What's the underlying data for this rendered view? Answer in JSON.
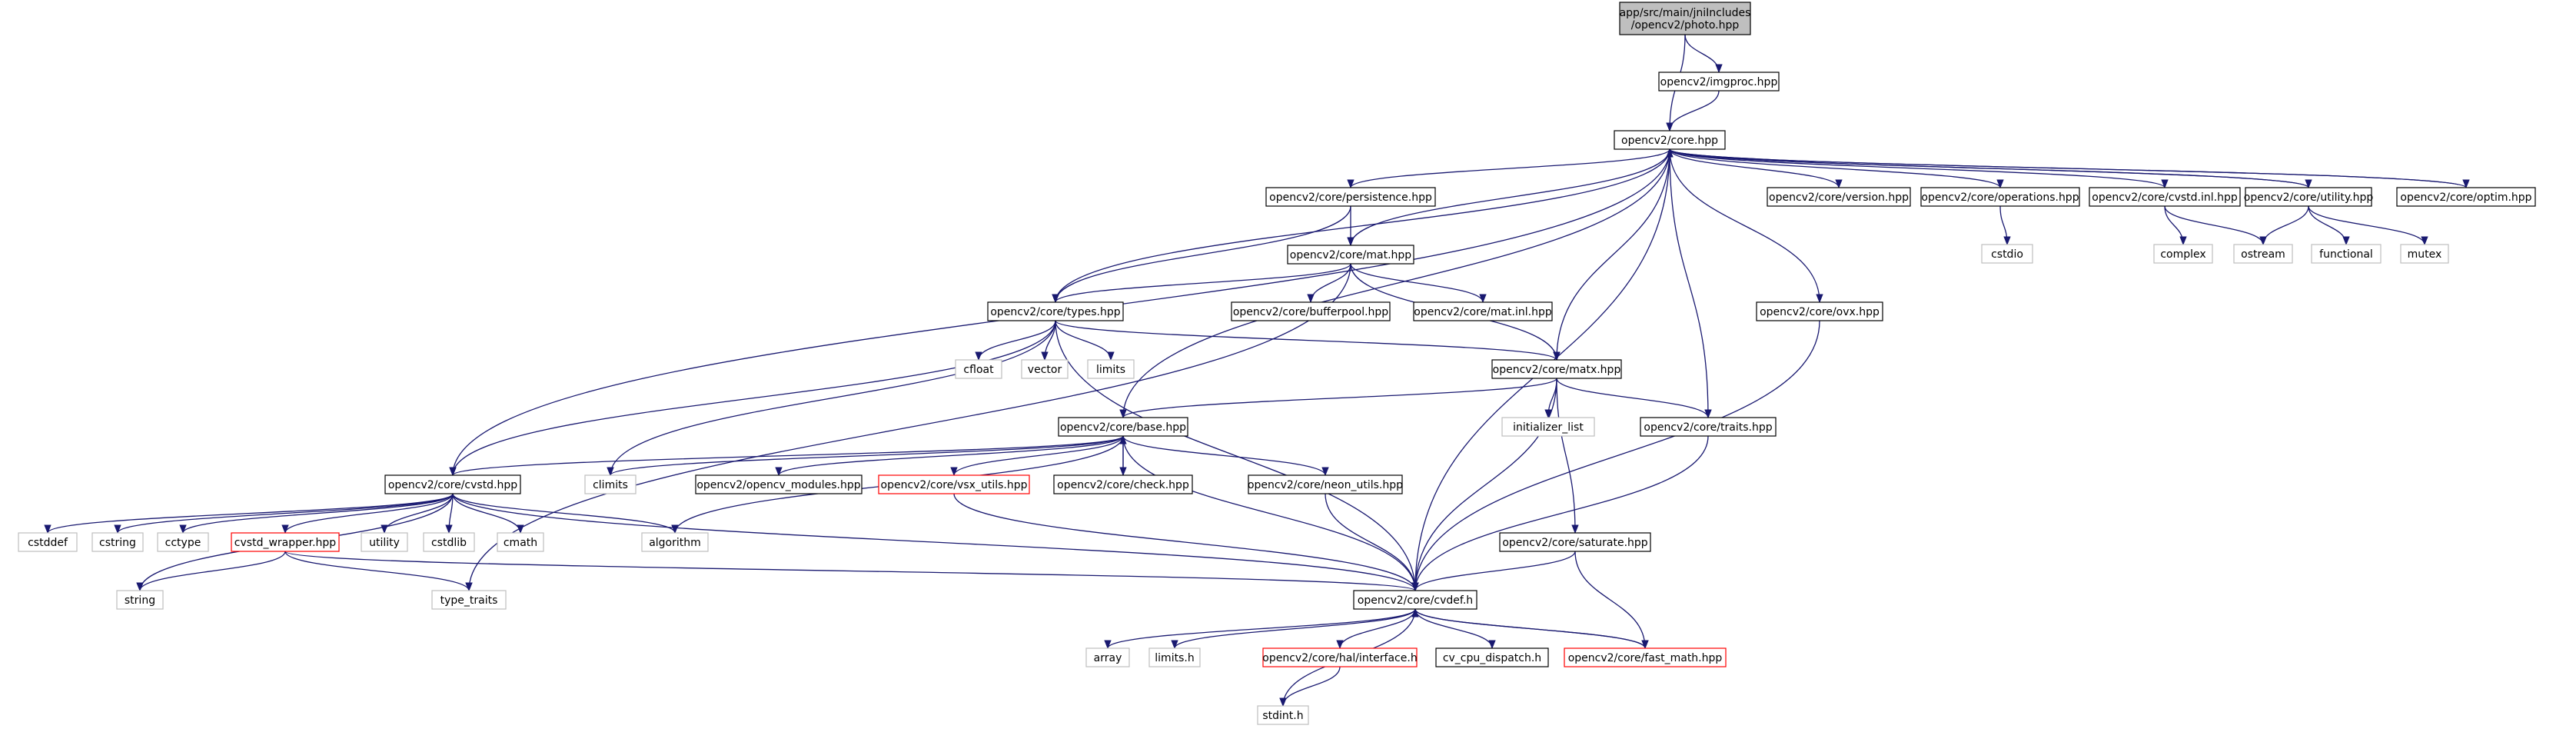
{
  "colors": {
    "edge": "#191970",
    "node_border": "#000000",
    "external_border": "#bfbfbf",
    "truncated_border": "#ff0000",
    "root_fill": "#bfbfbf",
    "text": "#000000",
    "background": "#ffffff"
  },
  "nodes": [
    {
      "id": "root",
      "lines": [
        "app/src/main/jniIncludes",
        "/opencv2/photo.hpp"
      ],
      "style": "root"
    },
    {
      "id": "imgproc",
      "lines": [
        "opencv2/imgproc.hpp"
      ],
      "style": "normal"
    },
    {
      "id": "core",
      "lines": [
        "opencv2/core.hpp"
      ],
      "style": "normal"
    },
    {
      "id": "persistence",
      "lines": [
        "opencv2/core/persistence.hpp"
      ],
      "style": "normal"
    },
    {
      "id": "version",
      "lines": [
        "opencv2/core/version.hpp"
      ],
      "style": "normal"
    },
    {
      "id": "operations",
      "lines": [
        "opencv2/core/operations.hpp"
      ],
      "style": "normal"
    },
    {
      "id": "cvstd_inl",
      "lines": [
        "opencv2/core/cvstd.inl.hpp"
      ],
      "style": "normal"
    },
    {
      "id": "utility",
      "lines": [
        "opencv2/core/utility.hpp"
      ],
      "style": "normal"
    },
    {
      "id": "optim",
      "lines": [
        "opencv2/core/optim.hpp"
      ],
      "style": "normal"
    },
    {
      "id": "cstdio",
      "lines": [
        "cstdio"
      ],
      "style": "external"
    },
    {
      "id": "complex",
      "lines": [
        "complex"
      ],
      "style": "external"
    },
    {
      "id": "ostream",
      "lines": [
        "ostream"
      ],
      "style": "external"
    },
    {
      "id": "functional",
      "lines": [
        "functional"
      ],
      "style": "external"
    },
    {
      "id": "mutex",
      "lines": [
        "mutex"
      ],
      "style": "external"
    },
    {
      "id": "mat",
      "lines": [
        "opencv2/core/mat.hpp"
      ],
      "style": "normal"
    },
    {
      "id": "types",
      "lines": [
        "opencv2/core/types.hpp"
      ],
      "style": "normal"
    },
    {
      "id": "bufferpool",
      "lines": [
        "opencv2/core/bufferpool.hpp"
      ],
      "style": "normal"
    },
    {
      "id": "mat_inl",
      "lines": [
        "opencv2/core/mat.inl.hpp"
      ],
      "style": "normal"
    },
    {
      "id": "ovx",
      "lines": [
        "opencv2/core/ovx.hpp"
      ],
      "style": "normal"
    },
    {
      "id": "cfloat",
      "lines": [
        "cfloat"
      ],
      "style": "external"
    },
    {
      "id": "vector",
      "lines": [
        "vector"
      ],
      "style": "external"
    },
    {
      "id": "limits",
      "lines": [
        "limits"
      ],
      "style": "external"
    },
    {
      "id": "matx",
      "lines": [
        "opencv2/core/matx.hpp"
      ],
      "style": "normal"
    },
    {
      "id": "base",
      "lines": [
        "opencv2/core/base.hpp"
      ],
      "style": "normal"
    },
    {
      "id": "initializer_list",
      "lines": [
        "initializer_list"
      ],
      "style": "external"
    },
    {
      "id": "traits",
      "lines": [
        "opencv2/core/traits.hpp"
      ],
      "style": "normal"
    },
    {
      "id": "cvstd",
      "lines": [
        "opencv2/core/cvstd.hpp"
      ],
      "style": "normal"
    },
    {
      "id": "climits",
      "lines": [
        "climits"
      ],
      "style": "external"
    },
    {
      "id": "opencv_modules",
      "lines": [
        "opencv2/opencv_modules.hpp"
      ],
      "style": "normal"
    },
    {
      "id": "vsx_utils",
      "lines": [
        "opencv2/core/vsx_utils.hpp"
      ],
      "style": "truncated"
    },
    {
      "id": "check",
      "lines": [
        "opencv2/core/check.hpp"
      ],
      "style": "normal"
    },
    {
      "id": "neon_utils",
      "lines": [
        "opencv2/core/neon_utils.hpp"
      ],
      "style": "normal"
    },
    {
      "id": "cstddef",
      "lines": [
        "cstddef"
      ],
      "style": "external"
    },
    {
      "id": "cstring",
      "lines": [
        "cstring"
      ],
      "style": "external"
    },
    {
      "id": "cctype",
      "lines": [
        "cctype"
      ],
      "style": "external"
    },
    {
      "id": "cvstd_wrapper",
      "lines": [
        "cvstd_wrapper.hpp"
      ],
      "style": "truncated"
    },
    {
      "id": "utility_std",
      "lines": [
        "utility"
      ],
      "style": "external"
    },
    {
      "id": "cstdlib",
      "lines": [
        "cstdlib"
      ],
      "style": "external"
    },
    {
      "id": "cmath",
      "lines": [
        "cmath"
      ],
      "style": "external"
    },
    {
      "id": "algorithm",
      "lines": [
        "algorithm"
      ],
      "style": "external"
    },
    {
      "id": "saturate",
      "lines": [
        "opencv2/core/saturate.hpp"
      ],
      "style": "normal"
    },
    {
      "id": "string",
      "lines": [
        "string"
      ],
      "style": "external"
    },
    {
      "id": "type_traits",
      "lines": [
        "type_traits"
      ],
      "style": "external"
    },
    {
      "id": "cvdef",
      "lines": [
        "opencv2/core/cvdef.h"
      ],
      "style": "normal"
    },
    {
      "id": "array",
      "lines": [
        "array"
      ],
      "style": "external"
    },
    {
      "id": "limits_h",
      "lines": [
        "limits.h"
      ],
      "style": "external"
    },
    {
      "id": "hal_interface",
      "lines": [
        "opencv2/core/hal/interface.h"
      ],
      "style": "truncated"
    },
    {
      "id": "cv_cpu_dispatch",
      "lines": [
        "cv_cpu_dispatch.h"
      ],
      "style": "normal"
    },
    {
      "id": "fast_math",
      "lines": [
        "opencv2/core/fast_math.hpp"
      ],
      "style": "truncated"
    },
    {
      "id": "stdint",
      "lines": [
        "stdint.h"
      ],
      "style": "external"
    }
  ],
  "edges": [
    [
      "root",
      "imgproc"
    ],
    [
      "root",
      "core"
    ],
    [
      "imgproc",
      "core"
    ],
    [
      "core",
      "cvstd"
    ],
    [
      "core",
      "types"
    ],
    [
      "core",
      "base"
    ],
    [
      "core",
      "persistence"
    ],
    [
      "core",
      "mat"
    ],
    [
      "core",
      "version"
    ],
    [
      "core",
      "operations"
    ],
    [
      "core",
      "cvstd_inl"
    ],
    [
      "core",
      "utility"
    ],
    [
      "core",
      "optim"
    ],
    [
      "core",
      "ovx"
    ],
    [
      "core",
      "matx"
    ],
    [
      "core",
      "traits"
    ],
    [
      "core",
      "cvdef"
    ],
    [
      "utility",
      "core"
    ],
    [
      "optim",
      "core"
    ],
    [
      "persistence",
      "mat"
    ],
    [
      "persistence",
      "types"
    ],
    [
      "operations",
      "cstdio"
    ],
    [
      "cvstd_inl",
      "complex"
    ],
    [
      "cvstd_inl",
      "ostream"
    ],
    [
      "utility",
      "ostream"
    ],
    [
      "utility",
      "functional"
    ],
    [
      "utility",
      "mutex"
    ],
    [
      "mat",
      "types"
    ],
    [
      "mat",
      "bufferpool"
    ],
    [
      "mat",
      "mat_inl"
    ],
    [
      "mat",
      "matx"
    ],
    [
      "mat",
      "type_traits"
    ],
    [
      "types",
      "cvstd"
    ],
    [
      "types",
      "climits"
    ],
    [
      "types",
      "cfloat"
    ],
    [
      "types",
      "vector"
    ],
    [
      "types",
      "limits"
    ],
    [
      "types",
      "matx"
    ],
    [
      "types",
      "cvdef"
    ],
    [
      "ovx",
      "cvdef"
    ],
    [
      "matx",
      "base"
    ],
    [
      "matx",
      "initializer_list"
    ],
    [
      "matx",
      "traits"
    ],
    [
      "matx",
      "saturate"
    ],
    [
      "matx",
      "cvdef"
    ],
    [
      "traits",
      "cvdef"
    ],
    [
      "base",
      "cvstd"
    ],
    [
      "base",
      "climits"
    ],
    [
      "base",
      "algorithm"
    ],
    [
      "base",
      "opencv_modules"
    ],
    [
      "base",
      "vsx_utils"
    ],
    [
      "base",
      "check"
    ],
    [
      "base",
      "neon_utils"
    ],
    [
      "base",
      "cvdef"
    ],
    [
      "check",
      "base"
    ],
    [
      "cvstd",
      "cstddef"
    ],
    [
      "cvstd",
      "cstring"
    ],
    [
      "cvstd",
      "cctype"
    ],
    [
      "cvstd",
      "string"
    ],
    [
      "cvstd",
      "cvstd_wrapper"
    ],
    [
      "cvstd",
      "utility_std"
    ],
    [
      "cvstd",
      "cstdlib"
    ],
    [
      "cvstd",
      "cmath"
    ],
    [
      "cvstd",
      "algorithm"
    ],
    [
      "cvstd",
      "cvdef"
    ],
    [
      "cvstd_wrapper",
      "string"
    ],
    [
      "cvstd_wrapper",
      "type_traits"
    ],
    [
      "cvstd_wrapper",
      "cvdef"
    ],
    [
      "vsx_utils",
      "cvdef"
    ],
    [
      "neon_utils",
      "cvdef"
    ],
    [
      "saturate",
      "cvdef"
    ],
    [
      "saturate",
      "fast_math"
    ],
    [
      "cvdef",
      "array"
    ],
    [
      "cvdef",
      "limits_h"
    ],
    [
      "cvdef",
      "hal_interface"
    ],
    [
      "cvdef",
      "cv_cpu_dispatch"
    ],
    [
      "cvdef",
      "fast_math"
    ],
    [
      "cvdef",
      "stdint"
    ],
    [
      "fast_math",
      "cvdef"
    ],
    [
      "hal_interface",
      "stdint"
    ]
  ]
}
